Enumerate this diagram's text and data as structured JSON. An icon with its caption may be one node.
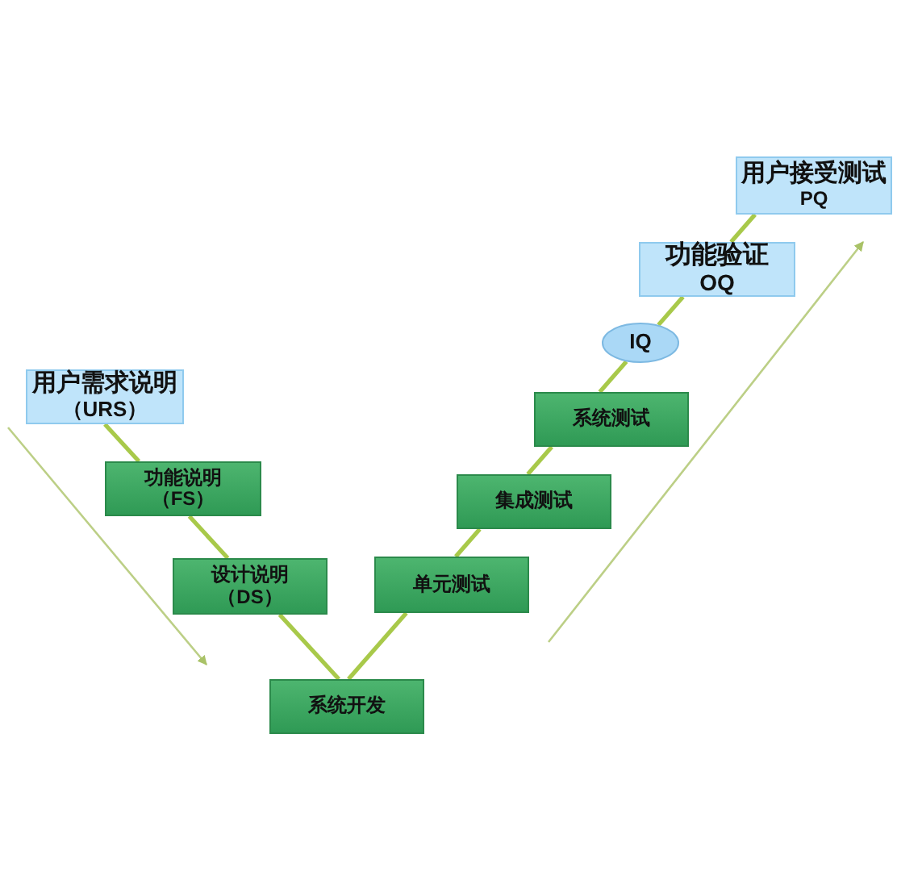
{
  "diagram": {
    "nodes": [
      {
        "text": [
          "用户需求说明",
          "（URS）"
        ]
      },
      {
        "text": [
          "功能说明",
          "（FS）"
        ]
      },
      {
        "text": [
          "设计说明",
          "（DS）"
        ]
      },
      {
        "text": [
          "系统开发"
        ]
      },
      {
        "text": [
          "单元测试"
        ]
      },
      {
        "text": [
          "集成测试"
        ]
      },
      {
        "text": [
          "系统测试"
        ]
      },
      {
        "text": [
          "IQ"
        ]
      },
      {
        "text": [
          "功能验证",
          "OQ"
        ]
      },
      {
        "text": [
          "用户接受测试",
          "PQ"
        ]
      }
    ],
    "edges": [
      {
        "from": 0,
        "to": 1,
        "arrow": "none"
      },
      {
        "from": 1,
        "to": 2,
        "arrow": "none"
      },
      {
        "from": 2,
        "to": 3,
        "arrow": "none"
      },
      {
        "from": 3,
        "to": 4,
        "arrow": "none"
      },
      {
        "from": 4,
        "to": 5,
        "arrow": "none"
      },
      {
        "from": 5,
        "to": 6,
        "arrow": "none"
      },
      {
        "from": 6,
        "to": 7,
        "arrow": "none"
      },
      {
        "from": 7,
        "to": 8,
        "arrow": "none"
      },
      {
        "from": 8,
        "to": 9,
        "arrow": "none"
      }
    ]
  }
}
